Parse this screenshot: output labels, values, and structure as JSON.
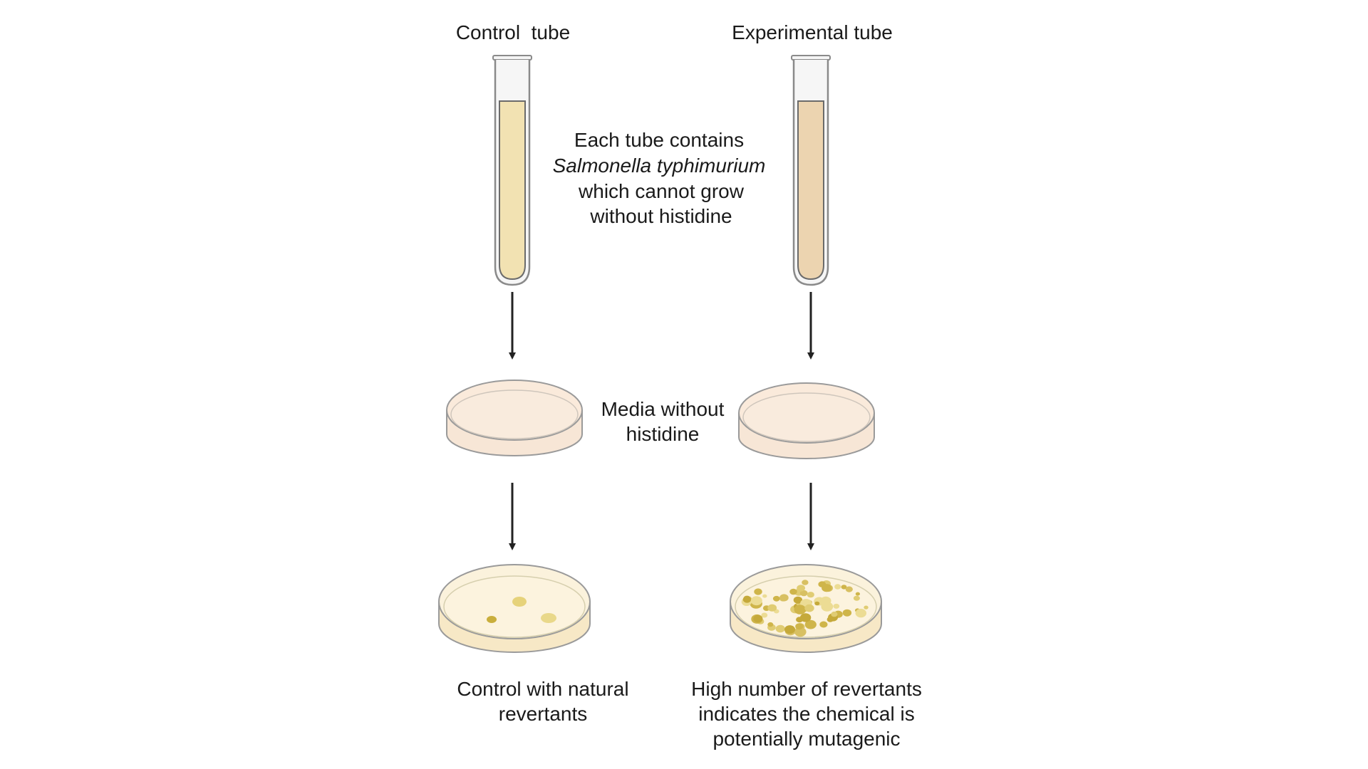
{
  "titles": {
    "control_tube": "Control  tube",
    "experimental_tube": "Experimental tube"
  },
  "tube_note": {
    "line1": "Each tube contains",
    "line2_italic": "Salmonella typhimurium",
    "line3": "which cannot grow",
    "line4": "without histidine"
  },
  "media_note": {
    "line1": "Media without",
    "line2": "histidine"
  },
  "results": {
    "control": {
      "line1": "Control with natural",
      "line2": "revertants"
    },
    "experimental": {
      "line1": "High number of revertants",
      "line2": "indicates the chemical is",
      "line3": "potentially mutagenic"
    }
  },
  "colors": {
    "control_liquid": "#f2e2b2",
    "experimental_liquid": "#ecd4b0",
    "media": "#faeadb",
    "colony": "#d9c25f",
    "arrow": "#222222"
  }
}
